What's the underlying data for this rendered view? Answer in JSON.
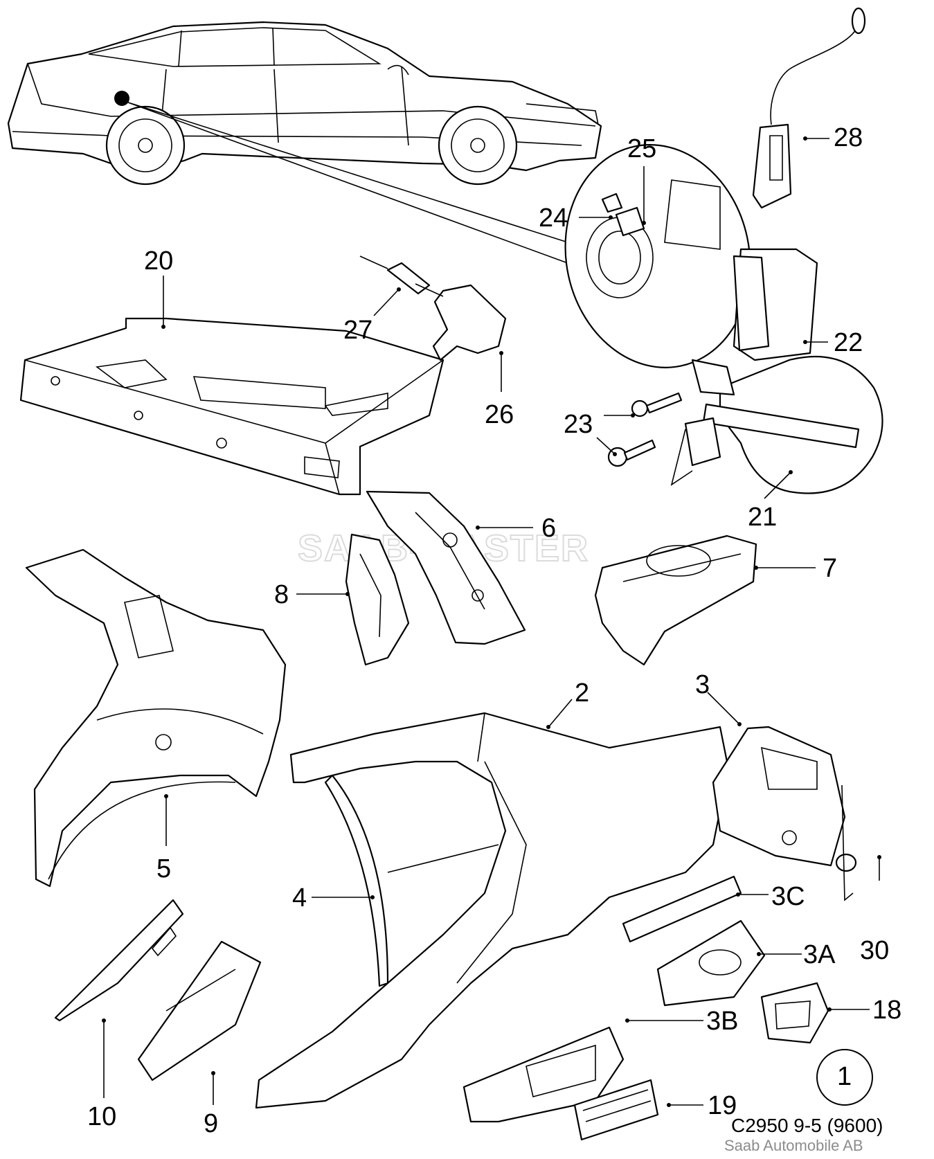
{
  "diagram": {
    "callouts": [
      {
        "id": "28",
        "label": "28"
      },
      {
        "id": "25",
        "label": "25"
      },
      {
        "id": "24",
        "label": "24"
      },
      {
        "id": "20",
        "label": "20"
      },
      {
        "id": "27",
        "label": "27"
      },
      {
        "id": "26",
        "label": "26"
      },
      {
        "id": "22",
        "label": "22"
      },
      {
        "id": "23",
        "label": "23"
      },
      {
        "id": "21",
        "label": "21"
      },
      {
        "id": "6",
        "label": "6"
      },
      {
        "id": "7",
        "label": "7"
      },
      {
        "id": "8",
        "label": "8"
      },
      {
        "id": "2",
        "label": "2"
      },
      {
        "id": "3",
        "label": "3"
      },
      {
        "id": "5",
        "label": "5"
      },
      {
        "id": "4",
        "label": "4"
      },
      {
        "id": "3C",
        "label": "3C"
      },
      {
        "id": "30",
        "label": "30"
      },
      {
        "id": "3A",
        "label": "3A"
      },
      {
        "id": "18",
        "label": "18"
      },
      {
        "id": "3B",
        "label": "3B"
      },
      {
        "id": "19",
        "label": "19"
      },
      {
        "id": "10",
        "label": "10"
      },
      {
        "id": "9",
        "label": "9"
      }
    ],
    "page_number": "1",
    "watermark": "SAAB-MASTER",
    "drawing_ref": "C2950 9-5 (9600)",
    "copyright": "Saab Automobile AB"
  }
}
